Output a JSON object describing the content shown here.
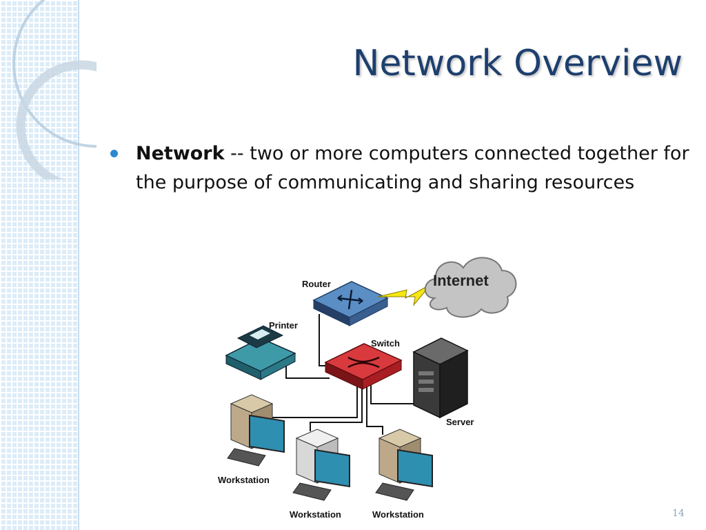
{
  "slide": {
    "title": "Network Overview",
    "bullet": {
      "term": "Network",
      "definition": " -- two or more computers connected together for the purpose of communicating and sharing resources"
    },
    "page_number": "14"
  },
  "diagram": {
    "labels": {
      "router": "Router",
      "internet": "Internet",
      "printer": "Printer",
      "switch": "Switch",
      "server": "Server",
      "workstation_left": "Workstation",
      "workstation_center": "Workstation",
      "workstation_right": "Workstation"
    }
  },
  "colors": {
    "title": "#1d3f6e",
    "bullet": "#2a8ad0",
    "router": "#3a6fa8",
    "switch": "#c8282c",
    "printer": "#2f7f8e",
    "lightning": "#f5e614",
    "cloud": "#bdbdbd"
  },
  "icons": [
    "router-icon",
    "internet-cloud-icon",
    "printer-icon",
    "switch-icon",
    "server-icon",
    "workstation-icon"
  ]
}
